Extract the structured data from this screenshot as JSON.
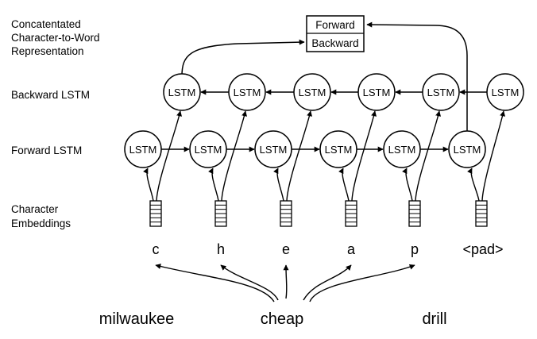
{
  "labels": {
    "concat_line1": "Concatentated",
    "concat_line2": "Character-to-Word",
    "concat_line3": "Representation",
    "backward_lstm": "Backward LSTM",
    "forward_lstm": "Forward LSTM",
    "embeddings_line1": "Character",
    "embeddings_line2": "Embeddings"
  },
  "output_box": {
    "forward": "Forward",
    "backward": "Backward"
  },
  "lstm_label": "LSTM",
  "characters": [
    "c",
    "h",
    "e",
    "a",
    "p",
    "<pad>"
  ],
  "words": [
    "milwaukee",
    "cheap",
    "drill"
  ]
}
